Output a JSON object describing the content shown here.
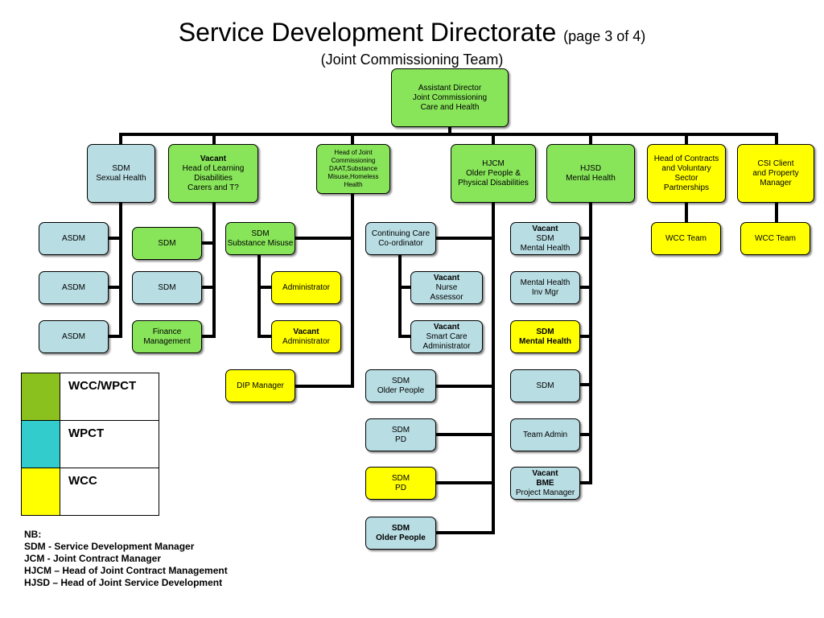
{
  "header": {
    "title": "Service Development Directorate",
    "page": "(page 3 of 4)",
    "subtitle": "(Joint Commissioning Team)"
  },
  "colors": {
    "wcc_wpct": "#88e55a",
    "wpct": "#b8dde3",
    "wcc": "#ffff00",
    "legend_wcc_wpct": "#8bc11e",
    "legend_wpct": "#33cccc",
    "legend_wcc": "#ffff00"
  },
  "nodes": {
    "root": [
      "Assistant Director",
      "Joint Commissioning",
      "Care and Health"
    ],
    "sdm_sexual": [
      "SDM",
      "Sexual Health"
    ],
    "hold": [
      "Vacant",
      "Head of Learning",
      "Disabilities",
      "Carers and T?"
    ],
    "hdaat": [
      "Head of Joint",
      "Commissioning",
      "DAAT,Substance",
      "Misuse,Homeless",
      "Health"
    ],
    "hjcm": [
      "HJCM",
      "Older People &",
      "Physical Disabilities"
    ],
    "hjsd": [
      "HJSD",
      "Mental Health"
    ],
    "hcontracts": [
      "Head of Contracts",
      "and Voluntary",
      "Sector",
      "Partnerships"
    ],
    "csi": [
      "CSI Client",
      "and Property",
      "Manager"
    ],
    "asdm1": [
      "ASDM"
    ],
    "asdm2": [
      "ASDM"
    ],
    "asdm3": [
      "ASDM"
    ],
    "ld_sdm1": [
      "SDM"
    ],
    "ld_sdm2": [
      "SDM"
    ],
    "finance": [
      "Finance",
      "Management"
    ],
    "sdm_sub": [
      "SDM",
      "Substance Misuse"
    ],
    "admin1": [
      "Administrator"
    ],
    "admin2": [
      "Vacant",
      "Administrator"
    ],
    "dip": [
      "DIP Manager"
    ],
    "ccc": [
      "Continuing Care",
      "Co-ordinator"
    ],
    "nurse": [
      "Vacant",
      "Nurse",
      "Assessor"
    ],
    "smartcare": [
      "Vacant",
      "Smart Care",
      "Administrator"
    ],
    "sdm_op1": [
      "SDM",
      "Older People"
    ],
    "sdm_pd1": [
      "SDM",
      "PD"
    ],
    "sdm_pd2": [
      "SDM",
      "PD"
    ],
    "sdm_op2": [
      "SDM",
      "Older People"
    ],
    "mh_vac": [
      "Vacant",
      "SDM",
      "Mental Health"
    ],
    "mh_inv": [
      "Mental Health",
      "Inv Mgr"
    ],
    "mh_sdm": [
      "SDM",
      "Mental Health"
    ],
    "mh_sdm2": [
      "SDM"
    ],
    "teamadmin": [
      "Team Admin"
    ],
    "bme": [
      "Vacant",
      "BME",
      "Project Manager"
    ],
    "wcc1": [
      "WCC Team"
    ],
    "wcc2": [
      "WCC Team"
    ]
  },
  "legend": {
    "items": [
      "WCC/WPCT",
      "WPCT",
      "WCC"
    ]
  },
  "notes": {
    "heading": "NB:",
    "lines": [
      "SDM - Service Development Manager",
      "JCM  - Joint Contract Manager",
      "HJCM – Head of Joint Contract Management",
      "HJSD – Head of Joint Service Development"
    ]
  }
}
